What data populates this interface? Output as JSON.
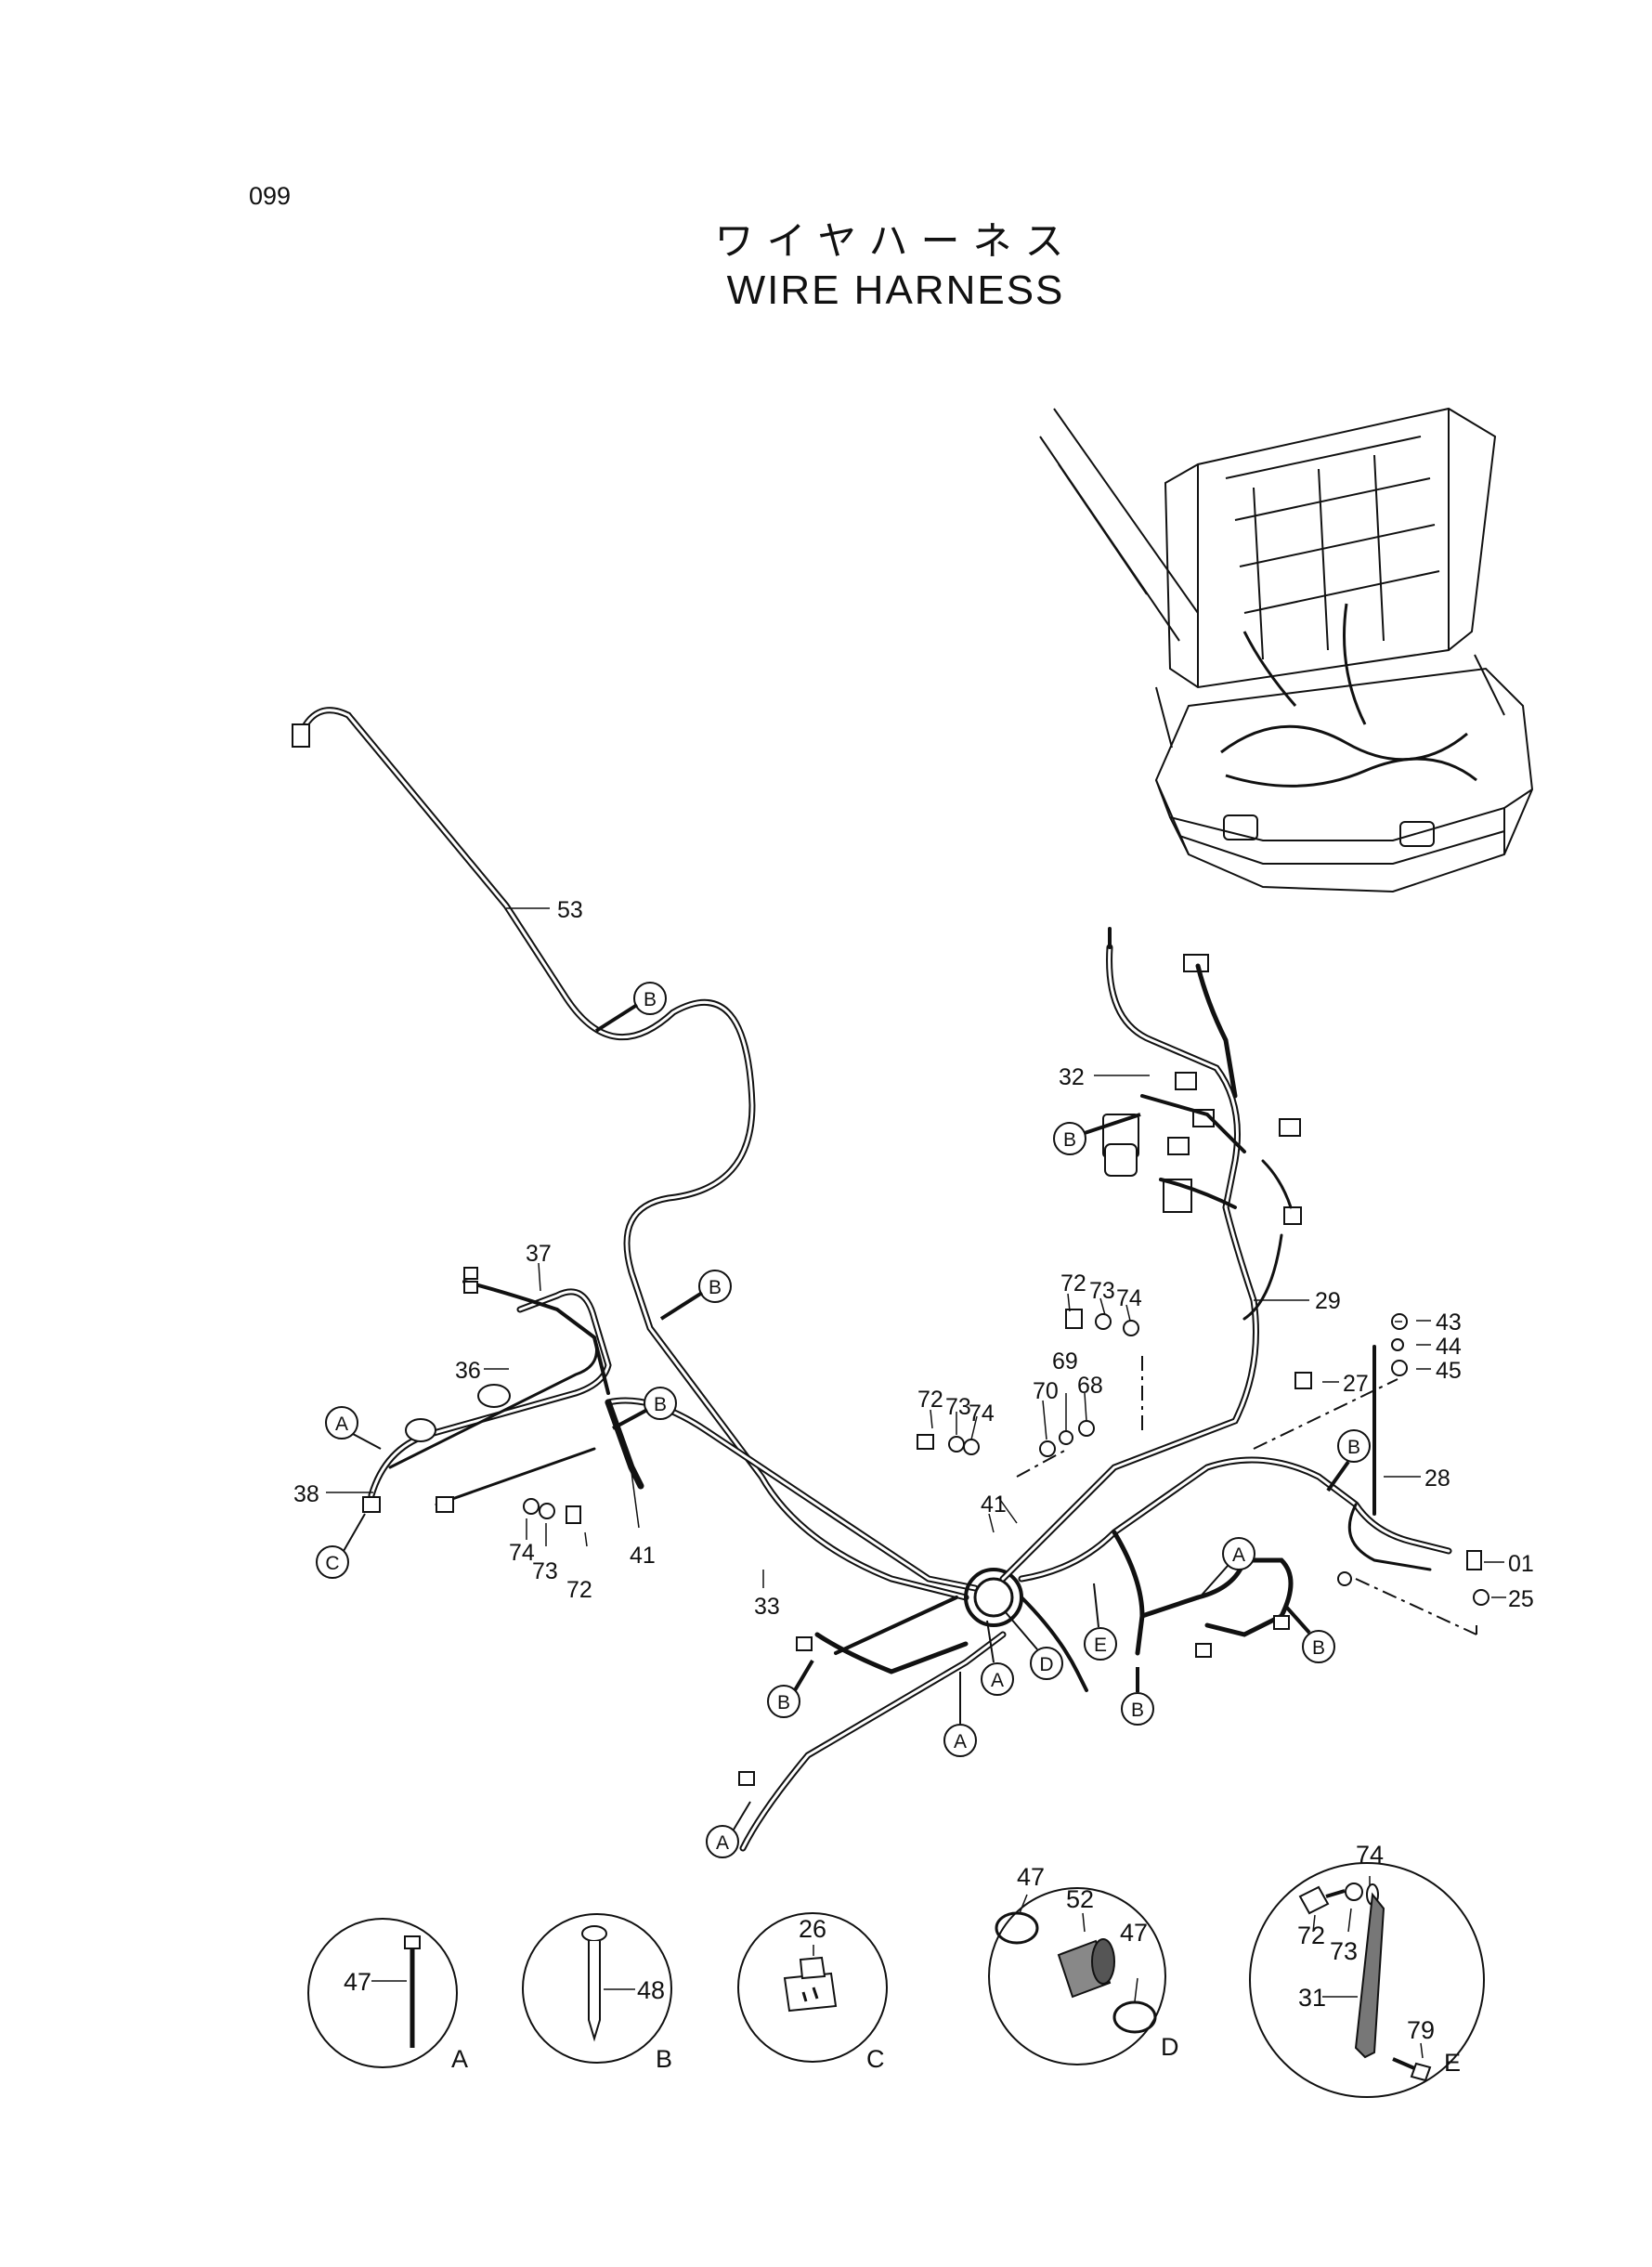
{
  "page_number": "099",
  "title_jp": "ワイヤハーネス",
  "title_en": "WIRE HARNESS",
  "part_labels": [
    {
      "id": "p53",
      "text": "53"
    },
    {
      "id": "p37",
      "text": "37"
    },
    {
      "id": "p36",
      "text": "36"
    },
    {
      "id": "p38",
      "text": "38"
    },
    {
      "id": "p74a",
      "text": "74"
    },
    {
      "id": "p73a",
      "text": "73"
    },
    {
      "id": "p72a",
      "text": "72"
    },
    {
      "id": "p41a",
      "text": "41"
    },
    {
      "id": "p33",
      "text": "33"
    },
    {
      "id": "p32",
      "text": "32"
    },
    {
      "id": "p29",
      "text": "29"
    },
    {
      "id": "p72b",
      "text": "72"
    },
    {
      "id": "p73b",
      "text": "73"
    },
    {
      "id": "p74b",
      "text": "74"
    },
    {
      "id": "p72c",
      "text": "72"
    },
    {
      "id": "p73c",
      "text": "73"
    },
    {
      "id": "p74c",
      "text": "74"
    },
    {
      "id": "p69",
      "text": "69"
    },
    {
      "id": "p68",
      "text": "68"
    },
    {
      "id": "p70",
      "text": "70"
    },
    {
      "id": "p41b",
      "text": "41"
    },
    {
      "id": "p43",
      "text": "43"
    },
    {
      "id": "p44",
      "text": "44"
    },
    {
      "id": "p45",
      "text": "45"
    },
    {
      "id": "p27",
      "text": "27"
    },
    {
      "id": "p28",
      "text": "28"
    },
    {
      "id": "p01",
      "text": "01"
    },
    {
      "id": "p25",
      "text": "25"
    }
  ],
  "bubbles": [
    {
      "id": "b1",
      "text": "B"
    },
    {
      "id": "b2",
      "text": "B"
    },
    {
      "id": "b3",
      "text": "B"
    },
    {
      "id": "b4",
      "text": "A"
    },
    {
      "id": "b5",
      "text": "C"
    },
    {
      "id": "b6",
      "text": "B"
    },
    {
      "id": "b7",
      "text": "B"
    },
    {
      "id": "b8",
      "text": "A"
    },
    {
      "id": "b9",
      "text": "D"
    },
    {
      "id": "b10",
      "text": "A"
    },
    {
      "id": "b11",
      "text": "A"
    },
    {
      "id": "b12",
      "text": "E"
    },
    {
      "id": "b13",
      "text": "B"
    },
    {
      "id": "b14",
      "text": "A"
    },
    {
      "id": "b15",
      "text": "B"
    },
    {
      "id": "b16",
      "text": "B"
    }
  ],
  "details": [
    {
      "id": "A",
      "letter": "A",
      "labels": [
        "47"
      ]
    },
    {
      "id": "B",
      "letter": "B",
      "labels": [
        "48"
      ]
    },
    {
      "id": "C",
      "letter": "C",
      "labels": [
        "26"
      ]
    },
    {
      "id": "D",
      "letter": "D",
      "labels": [
        "47",
        "52",
        "47"
      ]
    },
    {
      "id": "E",
      "letter": "E",
      "labels": [
        "74",
        "72",
        "73",
        "31",
        "79"
      ]
    }
  ]
}
